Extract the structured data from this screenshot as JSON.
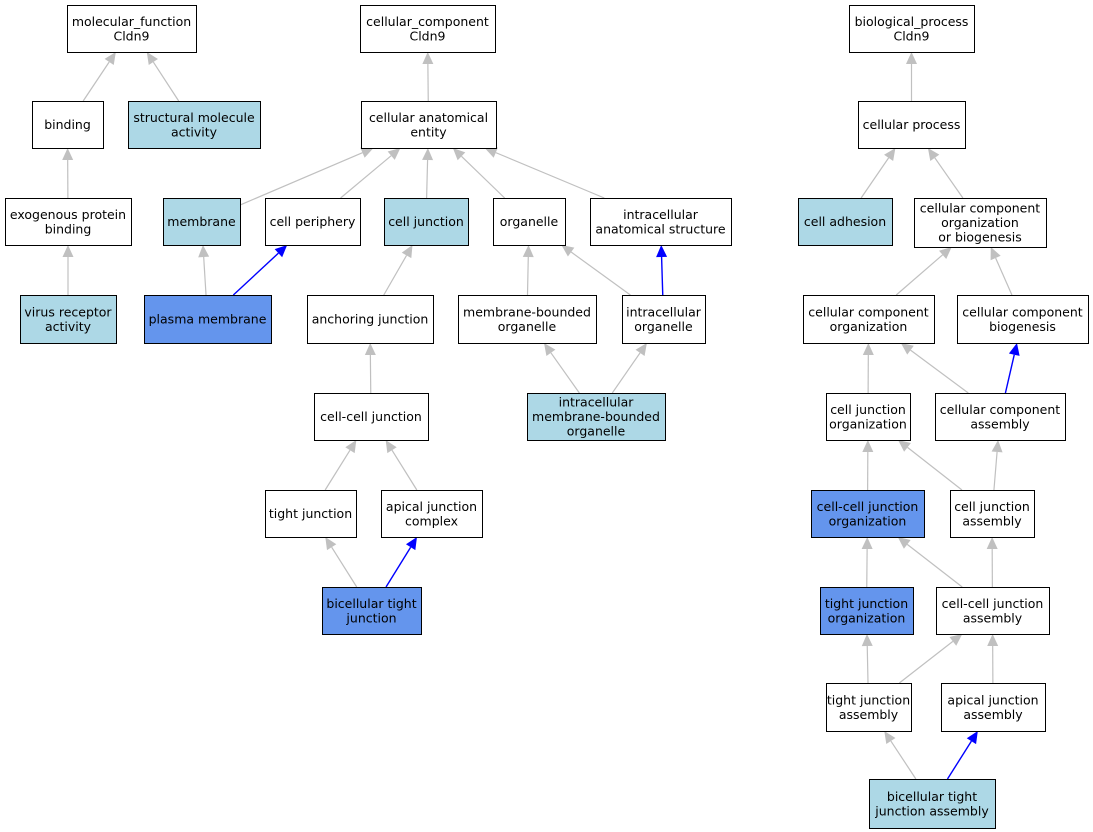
{
  "colors": {
    "white": "#ffffff",
    "light": "#add8e6",
    "dark": "#6495ed",
    "edge_grey": "#c0c0c0",
    "edge_blue": "#0000ff"
  },
  "nodes": [
    {
      "id": "mf",
      "lines": [
        "molecular_function",
        "Cldn9"
      ],
      "fill": "white"
    },
    {
      "id": "binding",
      "lines": [
        "binding"
      ],
      "fill": "white"
    },
    {
      "id": "sma",
      "lines": [
        "structural molecule",
        "activity"
      ],
      "fill": "light"
    },
    {
      "id": "epb",
      "lines": [
        "exogenous protein",
        "binding"
      ],
      "fill": "white"
    },
    {
      "id": "vra",
      "lines": [
        "virus receptor",
        "activity"
      ],
      "fill": "light"
    },
    {
      "id": "cc",
      "lines": [
        "cellular_component",
        "Cldn9"
      ],
      "fill": "white"
    },
    {
      "id": "cae",
      "lines": [
        "cellular anatomical",
        "entity"
      ],
      "fill": "white"
    },
    {
      "id": "membrane",
      "lines": [
        "membrane"
      ],
      "fill": "light"
    },
    {
      "id": "cperiph",
      "lines": [
        "cell periphery"
      ],
      "fill": "white"
    },
    {
      "id": "cjunc",
      "lines": [
        "cell junction"
      ],
      "fill": "light"
    },
    {
      "id": "organelle",
      "lines": [
        "organelle"
      ],
      "fill": "white"
    },
    {
      "id": "ias",
      "lines": [
        "intracellular",
        "anatomical structure"
      ],
      "fill": "white"
    },
    {
      "id": "pm",
      "lines": [
        "plasma membrane"
      ],
      "fill": "dark"
    },
    {
      "id": "anchor",
      "lines": [
        "anchoring junction"
      ],
      "fill": "white"
    },
    {
      "id": "mbo",
      "lines": [
        "membrane-bounded",
        "organelle"
      ],
      "fill": "white"
    },
    {
      "id": "io",
      "lines": [
        "intracellular",
        "organelle"
      ],
      "fill": "white"
    },
    {
      "id": "ccj",
      "lines": [
        "cell-cell junction"
      ],
      "fill": "white"
    },
    {
      "id": "imbo",
      "lines": [
        "intracellular",
        "membrane-bounded",
        "organelle"
      ],
      "fill": "light"
    },
    {
      "id": "tj",
      "lines": [
        "tight junction"
      ],
      "fill": "white"
    },
    {
      "id": "ajc",
      "lines": [
        "apical junction",
        "complex"
      ],
      "fill": "white"
    },
    {
      "id": "btj",
      "lines": [
        "bicellular tight",
        "junction"
      ],
      "fill": "dark"
    },
    {
      "id": "bp",
      "lines": [
        "biological_process",
        "Cldn9"
      ],
      "fill": "white"
    },
    {
      "id": "cp",
      "lines": [
        "cellular process"
      ],
      "fill": "white"
    },
    {
      "id": "cadh",
      "lines": [
        "cell adhesion"
      ],
      "fill": "light"
    },
    {
      "id": "ccob",
      "lines": [
        "cellular component",
        "organization",
        "or biogenesis"
      ],
      "fill": "white"
    },
    {
      "id": "cco",
      "lines": [
        "cellular component",
        "organization"
      ],
      "fill": "white"
    },
    {
      "id": "ccb",
      "lines": [
        "cellular component",
        "biogenesis"
      ],
      "fill": "white"
    },
    {
      "id": "cjo",
      "lines": [
        "cell junction",
        "organization"
      ],
      "fill": "white"
    },
    {
      "id": "cca",
      "lines": [
        "cellular component",
        "assembly"
      ],
      "fill": "white"
    },
    {
      "id": "ccjo",
      "lines": [
        "cell-cell junction",
        "organization"
      ],
      "fill": "dark"
    },
    {
      "id": "cja",
      "lines": [
        "cell junction",
        "assembly"
      ],
      "fill": "white"
    },
    {
      "id": "tjo",
      "lines": [
        "tight junction",
        "organization"
      ],
      "fill": "dark"
    },
    {
      "id": "ccja",
      "lines": [
        "cell-cell junction",
        "assembly"
      ],
      "fill": "white"
    },
    {
      "id": "tja",
      "lines": [
        "tight junction",
        "assembly"
      ],
      "fill": "white"
    },
    {
      "id": "aja",
      "lines": [
        "apical junction",
        "assembly"
      ],
      "fill": "white"
    },
    {
      "id": "btja",
      "lines": [
        "bicellular tight",
        "junction assembly"
      ],
      "fill": "light"
    }
  ],
  "edges": [
    {
      "from": "binding",
      "to": "mf",
      "color": "grey"
    },
    {
      "from": "sma",
      "to": "mf",
      "color": "grey"
    },
    {
      "from": "epb",
      "to": "binding",
      "color": "grey"
    },
    {
      "from": "vra",
      "to": "epb",
      "color": "grey"
    },
    {
      "from": "cae",
      "to": "cc",
      "color": "grey"
    },
    {
      "from": "membrane",
      "to": "cae",
      "color": "grey"
    },
    {
      "from": "cperiph",
      "to": "cae",
      "color": "grey"
    },
    {
      "from": "cjunc",
      "to": "cae",
      "color": "grey"
    },
    {
      "from": "organelle",
      "to": "cae",
      "color": "grey"
    },
    {
      "from": "ias",
      "to": "cae",
      "color": "grey"
    },
    {
      "from": "pm",
      "to": "membrane",
      "color": "grey"
    },
    {
      "from": "pm",
      "to": "cperiph",
      "color": "blue"
    },
    {
      "from": "anchor",
      "to": "cjunc",
      "color": "grey"
    },
    {
      "from": "mbo",
      "to": "organelle",
      "color": "grey"
    },
    {
      "from": "io",
      "to": "organelle",
      "color": "grey"
    },
    {
      "from": "io",
      "to": "ias",
      "color": "blue"
    },
    {
      "from": "ccj",
      "to": "anchor",
      "color": "grey"
    },
    {
      "from": "imbo",
      "to": "mbo",
      "color": "grey"
    },
    {
      "from": "imbo",
      "to": "io",
      "color": "grey"
    },
    {
      "from": "tj",
      "to": "ccj",
      "color": "grey"
    },
    {
      "from": "ajc",
      "to": "ccj",
      "color": "grey"
    },
    {
      "from": "btj",
      "to": "tj",
      "color": "grey"
    },
    {
      "from": "btj",
      "to": "ajc",
      "color": "blue"
    },
    {
      "from": "cp",
      "to": "bp",
      "color": "grey"
    },
    {
      "from": "cadh",
      "to": "cp",
      "color": "grey"
    },
    {
      "from": "ccob",
      "to": "cp",
      "color": "grey"
    },
    {
      "from": "cco",
      "to": "ccob",
      "color": "grey"
    },
    {
      "from": "ccb",
      "to": "ccob",
      "color": "grey"
    },
    {
      "from": "cjo",
      "to": "cco",
      "color": "grey"
    },
    {
      "from": "cca",
      "to": "cco",
      "color": "grey"
    },
    {
      "from": "cca",
      "to": "ccb",
      "color": "blue"
    },
    {
      "from": "ccjo",
      "to": "cjo",
      "color": "grey"
    },
    {
      "from": "cja",
      "to": "cjo",
      "color": "grey"
    },
    {
      "from": "cja",
      "to": "cca",
      "color": "grey"
    },
    {
      "from": "tjo",
      "to": "ccjo",
      "color": "grey"
    },
    {
      "from": "ccja",
      "to": "ccjo",
      "color": "grey"
    },
    {
      "from": "ccja",
      "to": "cja",
      "color": "grey"
    },
    {
      "from": "tja",
      "to": "tjo",
      "color": "grey"
    },
    {
      "from": "tja",
      "to": "ccja",
      "color": "grey"
    },
    {
      "from": "aja",
      "to": "ccja",
      "color": "grey"
    },
    {
      "from": "btja",
      "to": "tja",
      "color": "grey"
    },
    {
      "from": "btja",
      "to": "aja",
      "color": "blue"
    }
  ]
}
